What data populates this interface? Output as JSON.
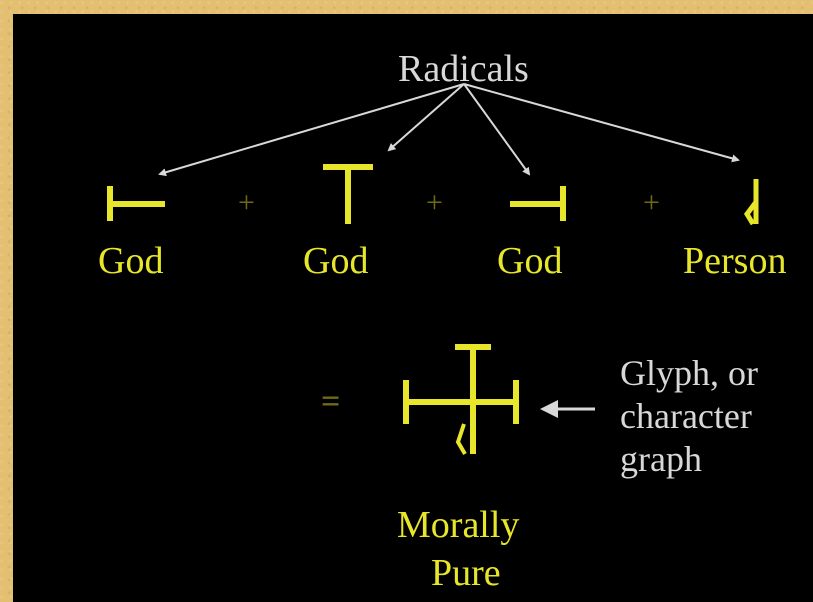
{
  "title": "Radicals",
  "radicals": [
    {
      "label": "God"
    },
    {
      "label": "God"
    },
    {
      "label": "God"
    },
    {
      "label": "Person"
    }
  ],
  "operators": {
    "plus": "+",
    "equals": "="
  },
  "result": {
    "label_line1": "Morally",
    "label_line2": "Pure"
  },
  "glyph_note": {
    "line1": "Glyph, or",
    "line2": "character",
    "line3": "graph"
  },
  "colors": {
    "background": "#000000",
    "frame": "#e3bf72",
    "glyph": "#e7e62a",
    "text": "#d8d8d8",
    "operator": "#6f6a16"
  }
}
